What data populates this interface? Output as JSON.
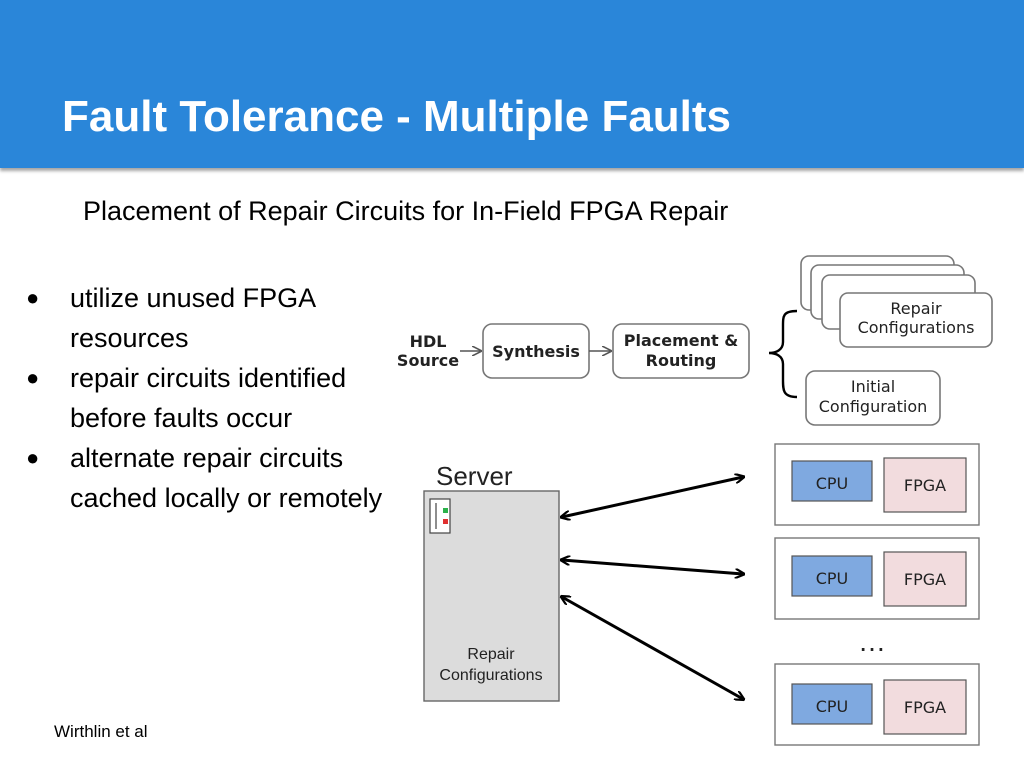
{
  "slide": {
    "title": "Fault Tolerance - Multiple Faults",
    "subtitle": "Placement of Repair Circuits for In-Field FPGA Repair",
    "bullets": [
      "utilize unused FPGA resources",
      "repair circuits identified before faults occur",
      "alternate repair circuits cached locally or remotely"
    ],
    "bullet_symbol": "●",
    "credit": "Wirthlin et al"
  },
  "diagram": {
    "flow": {
      "hdl_source": [
        "HDL",
        "Source"
      ],
      "synthesis": "Synthesis",
      "placement_routing": [
        "Placement &",
        "Routing"
      ],
      "repair_configurations": [
        "Repair",
        "Configurations"
      ],
      "initial_configuration": [
        "Initial",
        "Configuration"
      ]
    },
    "server": {
      "title": "Server",
      "label": [
        "Repair",
        "Configurations"
      ]
    },
    "nodes": [
      {
        "cpu": "CPU",
        "fpga": "FPGA"
      },
      {
        "cpu": "CPU",
        "fpga": "FPGA"
      },
      {
        "cpu": "CPU",
        "fpga": "FPGA"
      }
    ],
    "ellipsis": "…",
    "colors": {
      "header": "#2a86d9",
      "cpu_fill": "#7fa9e0",
      "fpga_fill": "#f2dcde",
      "server_fill": "#dcdcdc"
    }
  }
}
